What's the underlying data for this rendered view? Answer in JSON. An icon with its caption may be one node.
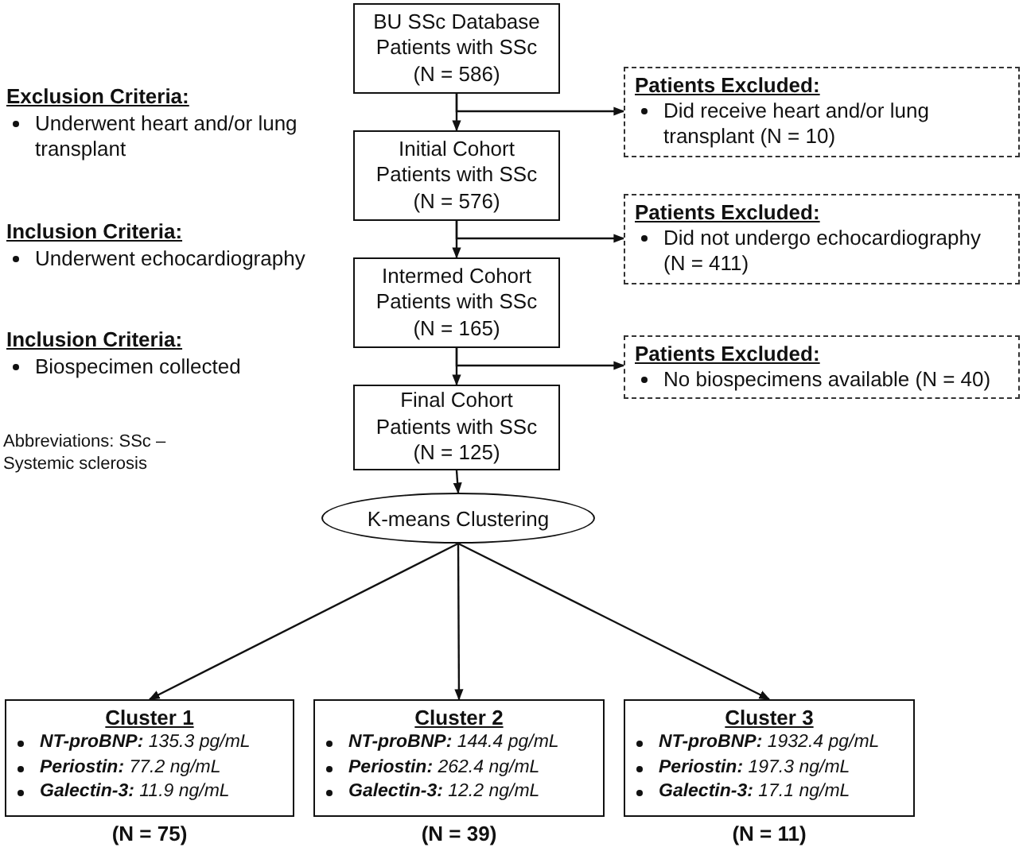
{
  "diagram": {
    "nodes": [
      {
        "text": [
          "BU SSc Database",
          "Patients with SSc",
          "(N = 586)"
        ]
      },
      {
        "text": [
          "Patients Excluded:",
          "Did receive heart and/or lung transplant (N = 10)"
        ]
      },
      {
        "text": [
          "Initial Cohort",
          "Patients with SSc",
          "(N = 576)"
        ]
      },
      {
        "text": [
          "Patients Excluded:",
          "Did not undergo echocardiography (N = 411)"
        ]
      },
      {
        "text": [
          "Intermed Cohort",
          "Patients with SSc",
          "(N = 165)"
        ]
      },
      {
        "text": [
          "Patients Excluded:",
          "No biospecimens available (N = 40)"
        ]
      },
      {
        "text": [
          "Final Cohort",
          "Patients with SSc",
          "(N = 125)"
        ]
      },
      {
        "text": [
          "K-means Clustering"
        ]
      },
      {
        "text": [
          "Cluster 1",
          "**NT-proBNP:** 135.3 pg/mL",
          "**Periostin:** 77.2 ng/mL",
          "**Galectin-3:** 11.9 ng/mL"
        ],
        "beside": [
          "(N = 75)"
        ]
      },
      {
        "text": [
          "Cluster 2",
          "**NT-proBNP:** 144.4 pg/mL",
          "**Periostin:** 262.4 ng/mL",
          "**Galectin-3:** 12.2 ng/mL"
        ],
        "beside": [
          "(N = 39)"
        ]
      },
      {
        "text": [
          "Cluster 3",
          "**NT-proBNP:** 1932.4 pg/mL",
          "**Periostin:** 197.3 ng/mL",
          "**Galectin-3:** 17.1 ng/mL"
        ],
        "beside": [
          "(N = 11)"
        ]
      }
    ],
    "edges": [
      {
        "from": 0,
        "to": 2,
        "arrow": "to"
      },
      {
        "from": 0,
        "to": 1,
        "arrow": "to"
      },
      {
        "from": 2,
        "to": 4,
        "arrow": "to"
      },
      {
        "from": 2,
        "to": 3,
        "arrow": "to"
      },
      {
        "from": 4,
        "to": 6,
        "arrow": "to"
      },
      {
        "from": 4,
        "to": 5,
        "arrow": "to"
      },
      {
        "from": 6,
        "to": 7,
        "arrow": "to"
      },
      {
        "from": 7,
        "to": 8,
        "arrow": "to"
      },
      {
        "from": 7,
        "to": 9,
        "arrow": "to"
      },
      {
        "from": 7,
        "to": 10,
        "arrow": "to"
      }
    ],
    "labels": [
      "Exclusion Criteria:",
      "Underwent heart and/or lung transplant",
      "Inclusion Criteria:",
      "Underwent echocardiography",
      "Inclusion Criteria:",
      "Biospecimen collected",
      "Abbreviations: SSc – Systemic sclerosis"
    ]
  }
}
